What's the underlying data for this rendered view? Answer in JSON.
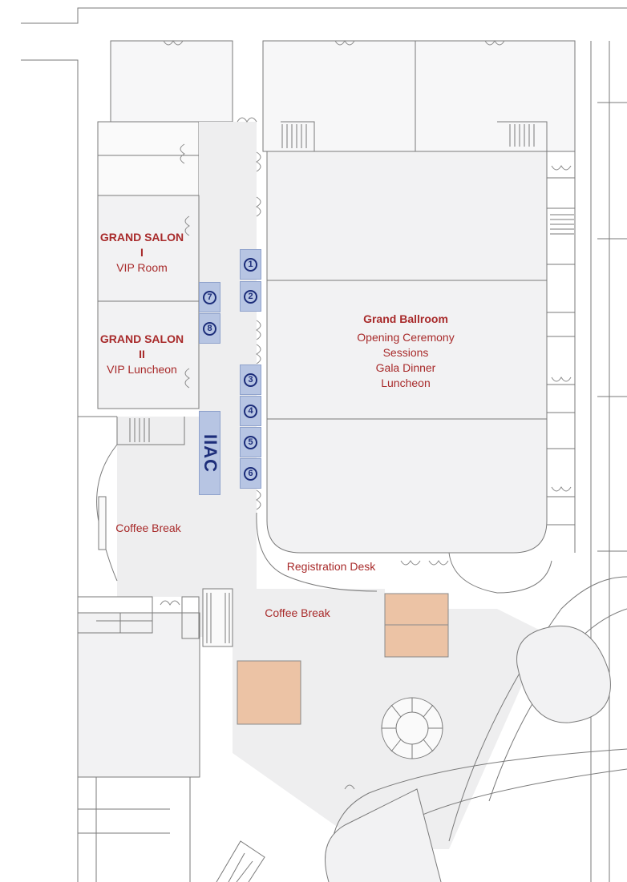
{
  "rooms": {
    "grand_salon_1": {
      "name_line1": "GRAND SALON",
      "name_line2": "I",
      "use": "VIP Room"
    },
    "grand_salon_2": {
      "name_line1": "GRAND SALON",
      "name_line2": "II",
      "use": "VIP Luncheon"
    },
    "grand_ballroom": {
      "name": "Grand Ballroom",
      "uses": [
        "Opening Ceremony",
        "Sessions",
        "Gala Dinner",
        "Luncheon"
      ]
    }
  },
  "areas": {
    "coffee_break_west": "Coffee Break",
    "coffee_break_foyer": "Coffee Break",
    "registration_desk": "Registration Desk"
  },
  "booths": {
    "iiac": "IIAC",
    "numbers": [
      "1",
      "2",
      "3",
      "4",
      "5",
      "6",
      "7",
      "8"
    ]
  },
  "colors": {
    "label_red": "#a82a2a",
    "booth_blue": "#b7c5e3",
    "booth_text": "#1c2d7a",
    "table_tan": "#ecc3a5",
    "room_fill": "#f2f2f3",
    "wall_line": "#7a7a7a"
  }
}
